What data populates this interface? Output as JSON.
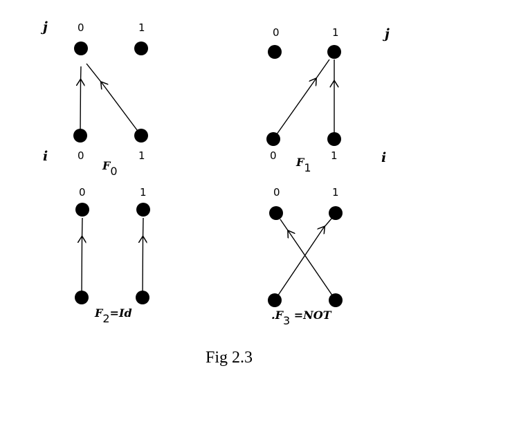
{
  "labels": {
    "j": "j",
    "i": "i"
  },
  "values": {
    "zero": "0",
    "one": "1"
  },
  "functions": {
    "f0": {
      "letter": "F",
      "sub": "0",
      "rest": ""
    },
    "f1": {
      "letter": "F",
      "sub": "1",
      "rest": ""
    },
    "f2": {
      "letter": "F",
      "sub": "2",
      "rest": "=Id"
    },
    "f3": {
      "prefix": ".",
      "letter": "F",
      "sub": "3",
      "rest": " =NOT"
    }
  },
  "caption": "Fig 2.3"
}
